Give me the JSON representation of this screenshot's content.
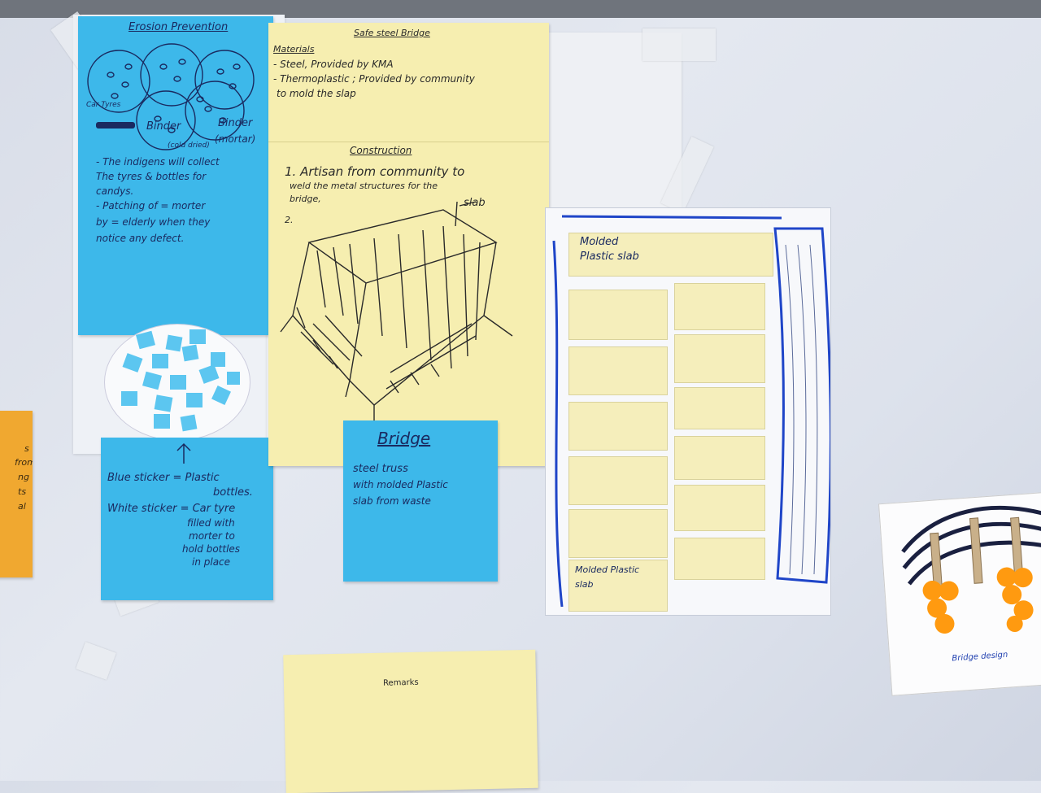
{
  "erosion_note": {
    "title": "Erosion Prevention",
    "label_tyres": "Car Tyres",
    "label_binder_left": "Binder",
    "label_binder_right": "Binder",
    "label_mortar": "(mortar)",
    "label_colddried": "(cold dried)",
    "text_lines": [
      "- The indigens will collect",
      "The tyres & bottles for",
      "candys.",
      "- Patching of = morter",
      "by = elderly when they",
      "notice any defect."
    ]
  },
  "legend_note": {
    "line1": "Blue sticker = Plastic",
    "line2": "bottles.",
    "line3": "White sticker = Car tyre",
    "line4": "filled with",
    "line5": "morter to",
    "line6": "hold bottles",
    "line7": "in place"
  },
  "bridge_plan_note": {
    "title": "Safe steel Bridge",
    "materials_heading": "Materials",
    "materials_lines": [
      "- Steel, Provided by KMA",
      "- Thermoplastic ; Provided by community",
      "to mold the slap"
    ],
    "construction_heading": "Construction",
    "construction_lines": [
      "1. Artisan from community to",
      "weld the metal structures for the",
      "bridge,"
    ],
    "step2": "2.",
    "sketch_label": "slab"
  },
  "bridge_note": {
    "title": "Bridge",
    "lines": [
      "steel truss",
      "with molded Plastic",
      "slab from waste"
    ]
  },
  "model": {
    "top_label_line1": "Molded",
    "top_label_line2": "Plastic slab",
    "bottom_label_line1": "Molded Plastic",
    "bottom_label_line2": "slab"
  },
  "remarks_note": {
    "title": "Remarks"
  },
  "design_card": {
    "caption": "Bridge design"
  },
  "orange_note": {
    "lines": [
      "s",
      "from",
      "ng",
      "ts",
      "al"
    ]
  },
  "colors": {
    "blue_sticky": "#3db8ea",
    "yellow_sticky": "#f6eeb0",
    "orange_sticky": "#f0a830",
    "ink_blue": "#1a2a60",
    "marker_blue": "#1f45c8",
    "orange_dots": "#ff9a10"
  }
}
